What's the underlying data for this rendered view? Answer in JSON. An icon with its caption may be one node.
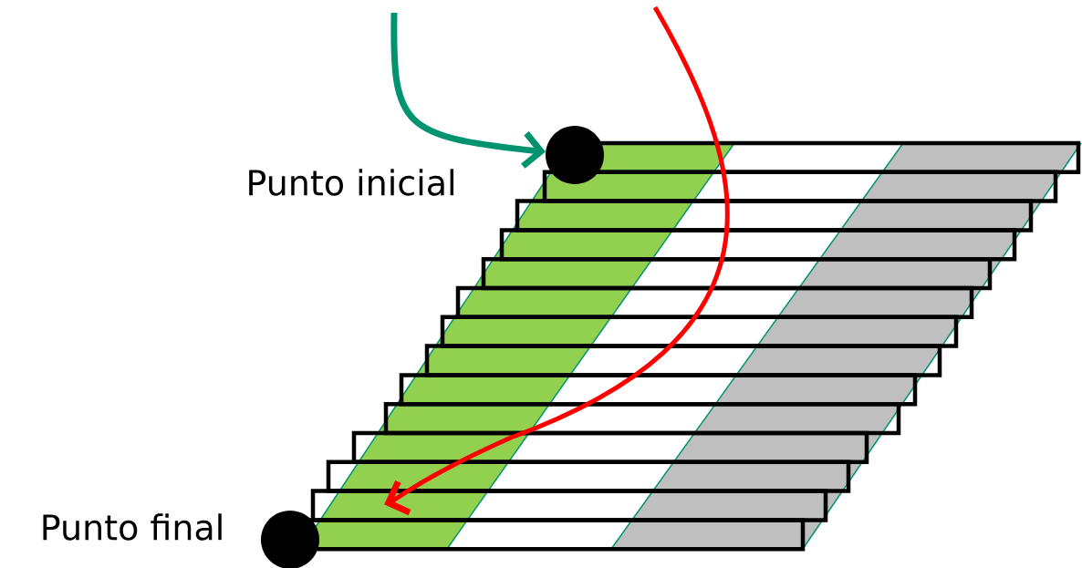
{
  "diagram": {
    "nodes": [
      {
        "text": [
          "Punto inicial"
        ]
      },
      {
        "text": [],
        "shape": "circle"
      },
      {
        "text": [
          "Punto final"
        ]
      },
      {
        "text": [],
        "shape": "circle"
      }
    ],
    "edges": [
      {
        "from": null,
        "to": 1,
        "arrow": "to",
        "color": "#009370"
      },
      {
        "from": null,
        "to": 3,
        "arrow": "to",
        "color": "#ff0000"
      }
    ]
  }
}
